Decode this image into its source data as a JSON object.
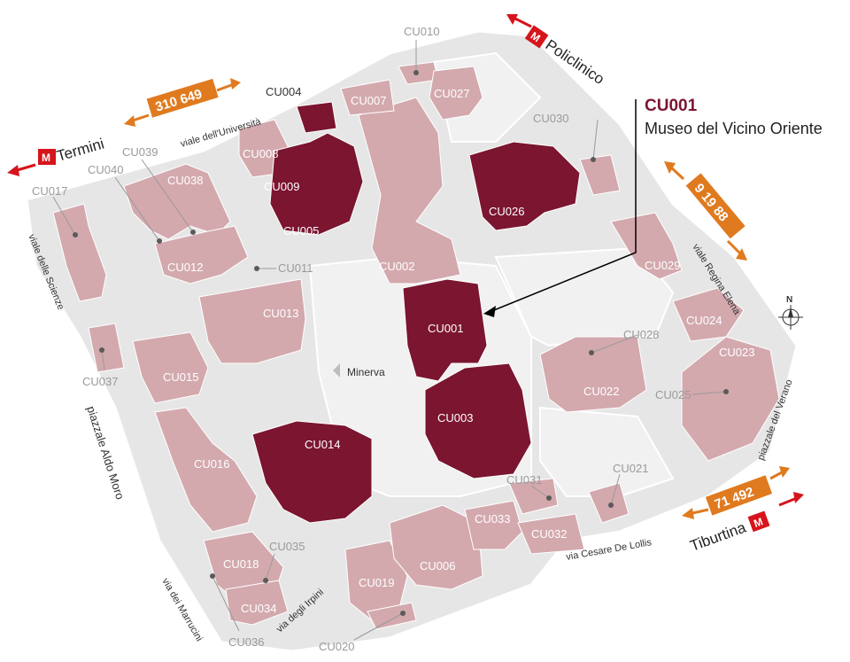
{
  "callout": {
    "code": "CU001",
    "name": "Museo del Vicino Oriente"
  },
  "buildings": {
    "cu001": "CU001",
    "cu002": "CU002",
    "cu003": "CU003",
    "cu004": "CU004",
    "cu005": "CU005",
    "cu006": "CU006",
    "cu007": "CU007",
    "cu008": "CU008",
    "cu009": "CU009",
    "cu010": "CU010",
    "cu011": "CU011",
    "cu012": "CU012",
    "cu013": "CU013",
    "cu014": "CU014",
    "cu015": "CU015",
    "cu016": "CU016",
    "cu017": "CU017",
    "cu018": "CU018",
    "cu019": "CU019",
    "cu020": "CU020",
    "cu021": "CU021",
    "cu022": "CU022",
    "cu023": "CU023",
    "cu024": "CU024",
    "cu025": "CU025",
    "cu026": "CU026",
    "cu027": "CU027",
    "cu028": "CU028",
    "cu029": "CU029",
    "cu030": "CU030",
    "cu031": "CU031",
    "cu032": "CU032",
    "cu033": "CU033",
    "cu034": "CU034",
    "cu035": "CU035",
    "cu036": "CU036",
    "cu037": "CU037",
    "cu038": "CU038",
    "cu039": "CU039",
    "cu040": "CU040"
  },
  "streets": {
    "universita": "viale dell'Università",
    "scienze": "viale delle Scienze",
    "aldo_moro": "piazzale Aldo Moro",
    "marrucini": "via dei Marrucini",
    "irpini": "via degli Irpini",
    "de_lollis": "via Cesare De Lollis",
    "regina_elena": "viale Regina Elena",
    "verano": "piazzale del Verano"
  },
  "landmarks": {
    "minerva": "Minerva"
  },
  "compass": {
    "north": "N"
  },
  "transit": {
    "bus_top": "310 649",
    "bus_right": "9 19 88",
    "bus_bottom": "71 492",
    "metro_symbol": "M",
    "stations": {
      "termini": "Termini",
      "policlinico": "Policlinico",
      "tiburtina": "Tiburtina"
    }
  },
  "colors": {
    "building": "#d3a9ae",
    "highlight": "#7b1530",
    "ground": "#e6e6e6",
    "bus": "#e07a1f",
    "metro": "#d6141c"
  }
}
